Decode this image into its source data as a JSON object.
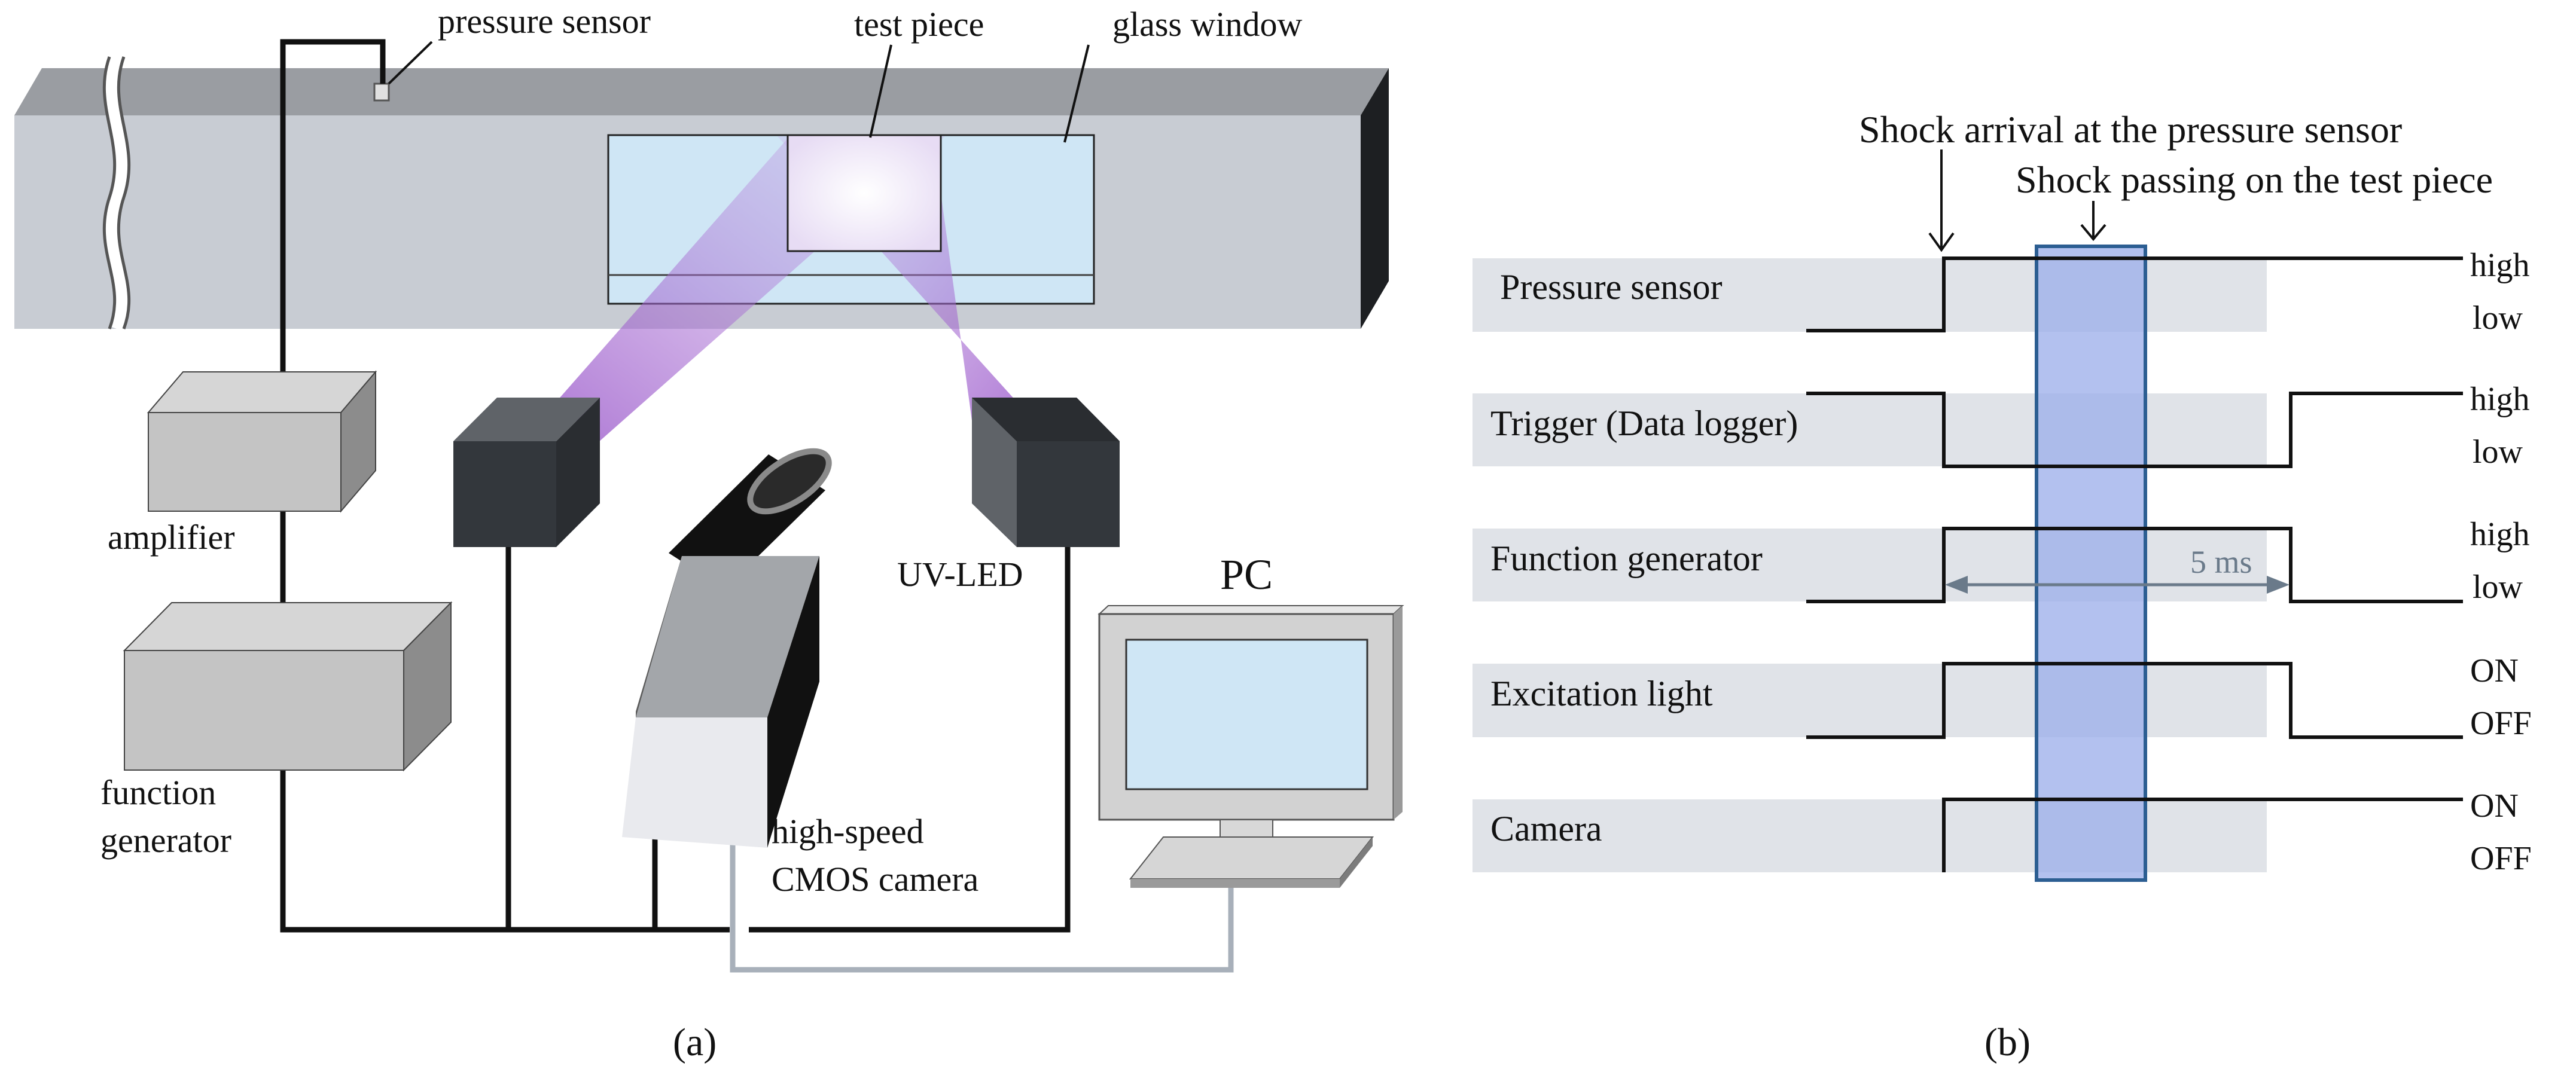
{
  "panel_a": {
    "caption": "(a)",
    "labels": {
      "pressure_sensor": "pressure sensor",
      "test_piece": "test piece",
      "glass_window": "glass window",
      "amplifier": "amplifier",
      "function_generator_line1": "function",
      "function_generator_line2": "generator",
      "uv_led": "UV-LED",
      "pc": "PC",
      "camera_line1": "high-speed",
      "camera_line2": "CMOS camera"
    }
  },
  "panel_b": {
    "caption": "(b)",
    "annotations": {
      "shock_arrival": "Shock arrival at the pressure sensor",
      "shock_passing": "Shock passing on the test piece",
      "duration": "5 ms"
    },
    "signals": [
      {
        "name": "Pressure sensor",
        "upper": "high",
        "lower": "low"
      },
      {
        "name": "Trigger (Data logger)",
        "upper": "high",
        "lower": "low"
      },
      {
        "name": "Function generator",
        "upper": "high",
        "lower": "low"
      },
      {
        "name": "Excitation light",
        "upper": "ON",
        "lower": "OFF"
      },
      {
        "name": "Camera",
        "upper": "ON",
        "lower": "OFF"
      }
    ]
  },
  "colors": {
    "tube": "#c8ccd3",
    "tube_top": "#9a9da2",
    "window": "#cfe6f5",
    "uv_beam": "#9b5fc0",
    "highlight": "#9db0ea",
    "row_band": "#e0e3e8"
  }
}
